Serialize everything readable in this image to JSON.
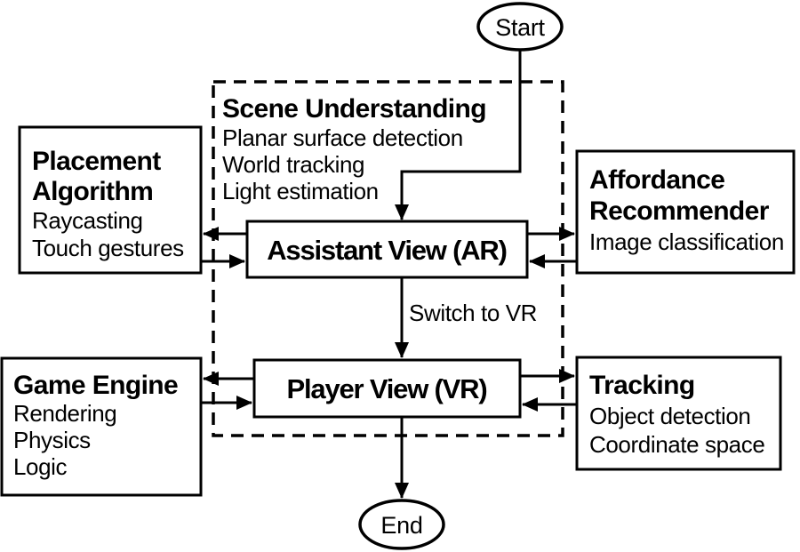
{
  "diagram": {
    "type": "flowchart",
    "colors": {
      "line": "#000000",
      "node_fill": "#ffffff",
      "background": "#ffffff"
    },
    "nodes": {
      "start": {
        "label": "Start",
        "shape": "oval"
      },
      "end": {
        "label": "End",
        "shape": "oval"
      },
      "scene_understanding": {
        "title": "Scene Understanding",
        "items": [
          "Planar surface detection",
          "World tracking",
          "Light estimation"
        ],
        "shape": "dashed-container"
      },
      "placement_algorithm": {
        "title_lines": [
          "Placement",
          "Algorithm"
        ],
        "items": [
          "Raycasting",
          "Touch gestures"
        ],
        "shape": "rect"
      },
      "assistant_view": {
        "label": "Assistant View (AR)",
        "shape": "rect"
      },
      "affordance_recommender": {
        "title_lines": [
          "Affordance",
          "Recommender"
        ],
        "items": [
          "Image classification"
        ],
        "shape": "rect"
      },
      "game_engine": {
        "title": "Game Engine",
        "items": [
          "Rendering",
          "Physics",
          "Logic"
        ],
        "shape": "rect"
      },
      "player_view": {
        "label": "Player View (VR)",
        "shape": "rect"
      },
      "tracking": {
        "title": "Tracking",
        "items": [
          "Object detection",
          "Coordinate space"
        ],
        "shape": "rect"
      }
    },
    "edges": {
      "start_to_assistant": {
        "from": "start",
        "to": "assistant_view",
        "label": ""
      },
      "assistant_to_player": {
        "from": "assistant_view",
        "to": "player_view",
        "label": "Switch to VR"
      },
      "player_to_end": {
        "from": "player_view",
        "to": "end",
        "label": ""
      },
      "assistant_placement_pair": "bidirectional",
      "assistant_affordance_pair": "bidirectional",
      "player_game_engine_pair": "bidirectional",
      "player_tracking_pair": "bidirectional"
    }
  }
}
